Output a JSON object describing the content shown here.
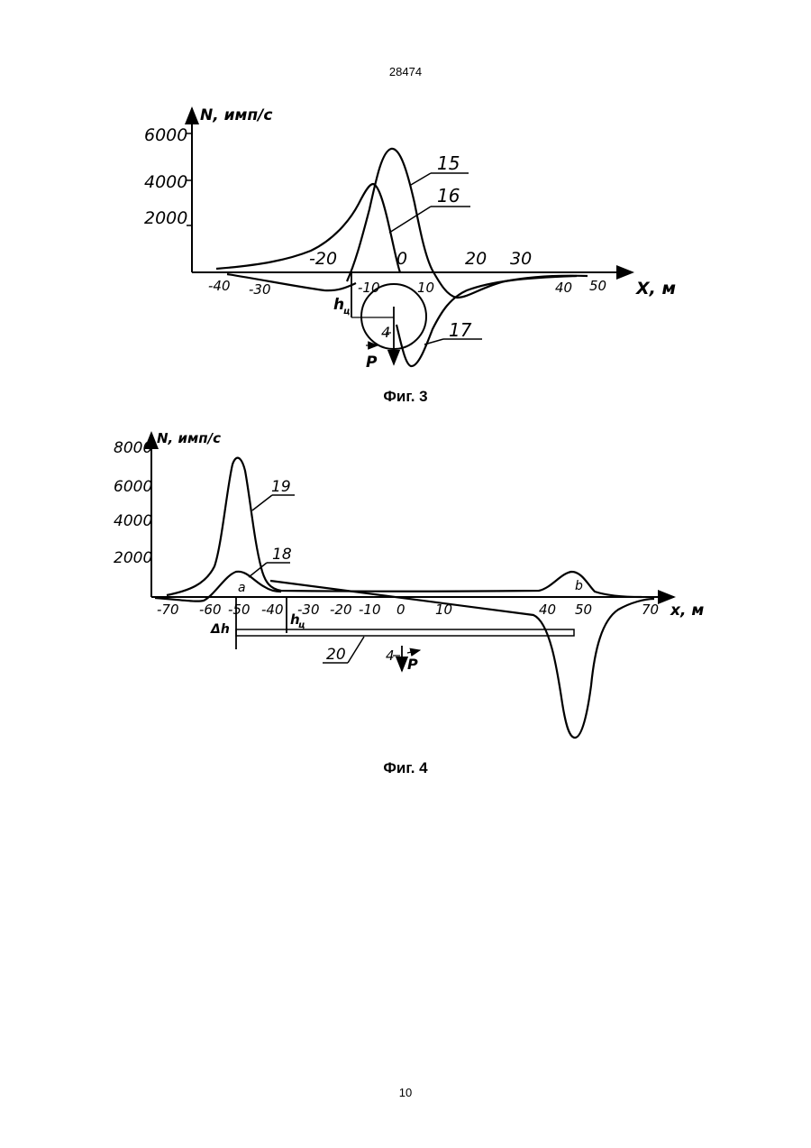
{
  "header": {
    "doc_number": "28474"
  },
  "footer": {
    "page_number": "10"
  },
  "figure3": {
    "caption": "Фиг. 3",
    "y_axis_label": "N, имп/с",
    "x_axis_label": "X, м",
    "y_ticks": [
      "6000",
      "4000",
      "2000"
    ],
    "x_ticks_above": [
      "-20",
      "0",
      "20",
      "30"
    ],
    "x_ticks_below": [
      "-40",
      "-30",
      "-10",
      "10",
      "40",
      "50"
    ],
    "curve_labels": [
      "15",
      "16",
      "17"
    ],
    "depth_label": "h",
    "depth_subscript": "ц",
    "object_label": "4",
    "direction_label": "P"
  },
  "figure4": {
    "caption": "Фиг. 4",
    "y_axis_label": "N, имп/с",
    "x_axis_label": "x, м",
    "y_ticks": [
      "8000",
      "6000",
      "4000",
      "2000"
    ],
    "x_ticks": [
      "-70",
      "-60",
      "-50",
      "-40",
      "-30",
      "-20",
      "-10",
      "0",
      "10",
      "40",
      "50",
      "70"
    ],
    "curve_labels": [
      "19",
      "18",
      "20"
    ],
    "point_a": "a",
    "point_b": "b",
    "delta_h_label": "Δh",
    "depth_label": "h",
    "depth_subscript": "ц",
    "object_label": "4",
    "direction_label": "P"
  }
}
